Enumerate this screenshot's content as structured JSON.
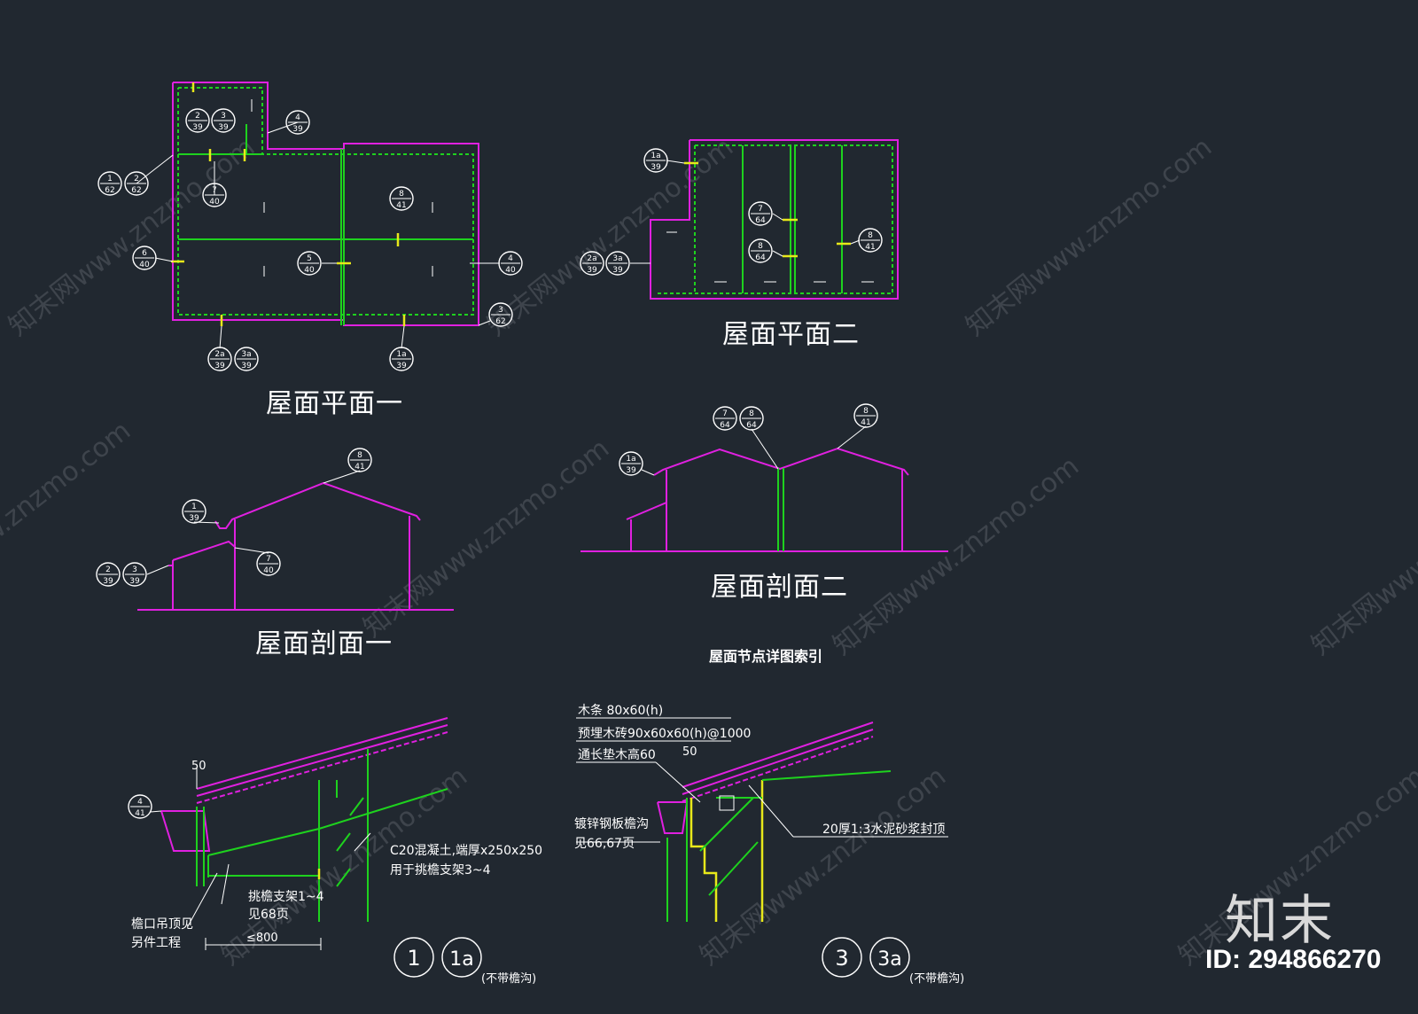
{
  "titles": {
    "plan1": "屋面平面一",
    "plan2": "屋面平面二",
    "section1": "屋面剖面一",
    "section2": "屋面剖面二",
    "detail_index": "屋面节点详图索引"
  },
  "notes": {
    "dim50_a": "50",
    "dim50_b": "50",
    "concrete": "C20混凝土,端厚x250x250",
    "concrete_use": "用于挑檐支架3~4",
    "bracket": "挑檐支架1~4",
    "bracket_ref": "见68页",
    "dim800": "≤800",
    "ceiling1": "檐口吊顶见",
    "ceiling2": "另件工程",
    "purlin": "木条 80x60(h)",
    "wood_brick": "预埋木砖90x60x60(h)@1000",
    "wood_strip": "通长垫木高60",
    "gutter": "镀锌钢板檐沟",
    "gutter_ref": "见66,67页",
    "mortar": "20厚1:3水泥砂浆封顶",
    "no_gutter_a": "(不带檐沟)",
    "no_gutter_b": "(不带檐沟)"
  },
  "detail_tags": {
    "t1": "1",
    "t1a": "1a",
    "t3": "3",
    "t3a": "3a"
  },
  "bubbles": [
    {
      "top": "2",
      "bottom": "39"
    },
    {
      "top": "3",
      "bottom": "39"
    },
    {
      "top": "4",
      "bottom": "39"
    },
    {
      "top": "1",
      "bottom": "62"
    },
    {
      "top": "2",
      "bottom": "62"
    },
    {
      "top": "7",
      "bottom": "40"
    },
    {
      "top": "6",
      "bottom": "40"
    },
    {
      "top": "8",
      "bottom": "41"
    },
    {
      "top": "5",
      "bottom": "40"
    },
    {
      "top": "4",
      "bottom": "40"
    },
    {
      "top": "3",
      "bottom": "62"
    },
    {
      "top": "2a",
      "bottom": "39"
    },
    {
      "top": "3a",
      "bottom": "39"
    },
    {
      "top": "1a",
      "bottom": "39"
    },
    {
      "top": "1a",
      "bottom": "39"
    },
    {
      "top": "7",
      "bottom": "64"
    },
    {
      "top": "8",
      "bottom": "64"
    },
    {
      "top": "8",
      "bottom": "41"
    },
    {
      "top": "2a",
      "bottom": "39"
    },
    {
      "top": "3a",
      "bottom": "39"
    },
    {
      "top": "1a",
      "bottom": "39"
    },
    {
      "top": "7",
      "bottom": "64"
    },
    {
      "top": "8",
      "bottom": "64"
    },
    {
      "top": "8",
      "bottom": "41"
    },
    {
      "top": "8",
      "bottom": "41"
    },
    {
      "top": "1",
      "bottom": "39"
    },
    {
      "top": "2",
      "bottom": "39"
    },
    {
      "top": "3",
      "bottom": "39"
    },
    {
      "top": "7",
      "bottom": "40"
    },
    {
      "top": "4",
      "bottom": "41"
    }
  ],
  "watermark": {
    "text": "知末网www.znzmo.com",
    "brand": "知末",
    "id": "ID: 294866270"
  },
  "colors": {
    "background": "#212830",
    "magenta": "#e020e0",
    "green": "#1ed21e",
    "yellow": "#e8e81a",
    "white": "#ffffff"
  }
}
